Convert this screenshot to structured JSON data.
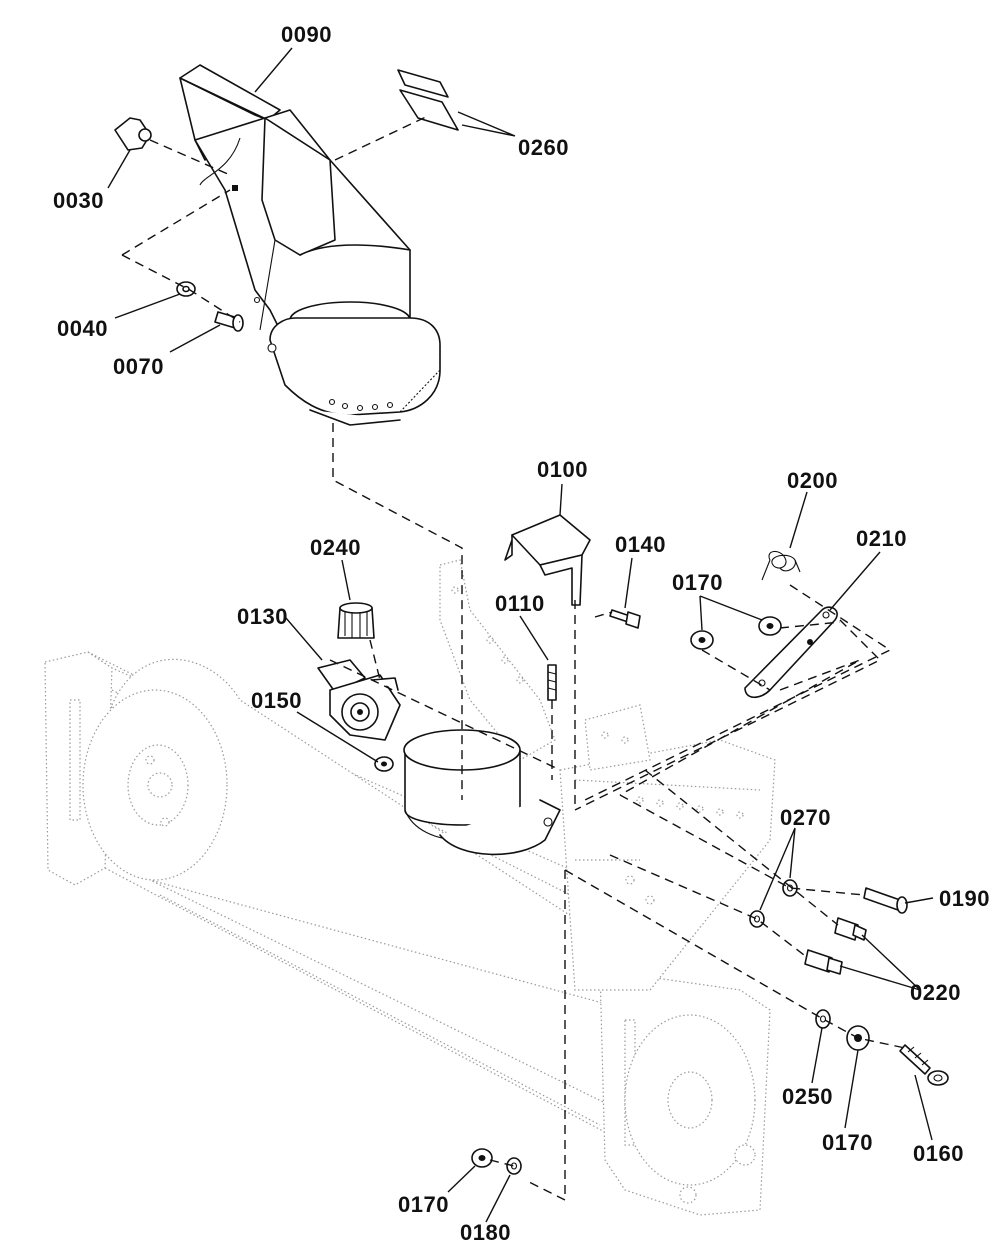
{
  "diagram": {
    "type": "exploded-parts-diagram",
    "callouts": [
      {
        "id": "0090",
        "label": "0090"
      },
      {
        "id": "0260",
        "label": "0260"
      },
      {
        "id": "0030",
        "label": "0030"
      },
      {
        "id": "0040",
        "label": "0040"
      },
      {
        "id": "0070",
        "label": "0070"
      },
      {
        "id": "0100",
        "label": "0100"
      },
      {
        "id": "0200",
        "label": "0200"
      },
      {
        "id": "0210",
        "label": "0210"
      },
      {
        "id": "0240",
        "label": "0240"
      },
      {
        "id": "0140",
        "label": "0140"
      },
      {
        "id": "0170a",
        "label": "0170"
      },
      {
        "id": "0130",
        "label": "0130"
      },
      {
        "id": "0110",
        "label": "0110"
      },
      {
        "id": "0150",
        "label": "0150"
      },
      {
        "id": "0270",
        "label": "0270"
      },
      {
        "id": "0190",
        "label": "0190"
      },
      {
        "id": "0220",
        "label": "0220"
      },
      {
        "id": "0250",
        "label": "0250"
      },
      {
        "id": "0170b",
        "label": "0170"
      },
      {
        "id": "0160",
        "label": "0160"
      },
      {
        "id": "0170c",
        "label": "0170"
      },
      {
        "id": "0180",
        "label": "0180"
      }
    ]
  }
}
